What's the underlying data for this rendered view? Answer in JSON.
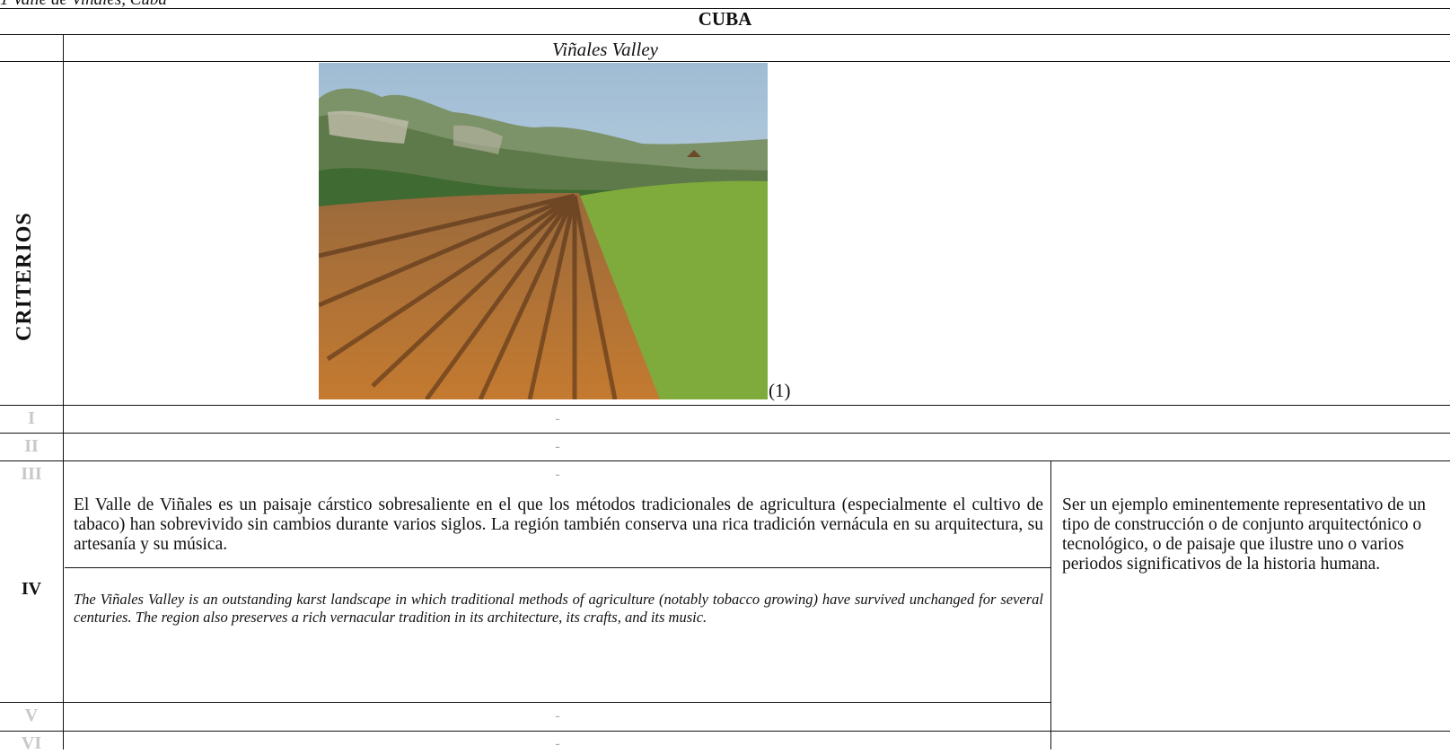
{
  "header": {
    "partial_top_text": "1 Valle de Viñales, Cuba",
    "country": "CUBA",
    "site_name": "Viñales Valley"
  },
  "sidebar_label": "CRITERIOS",
  "photo": {
    "caption": "(1)",
    "colors": {
      "sky": "#b9cfe0",
      "mountain": "#6f8a5a",
      "soil": "#b4702f",
      "crop": "#7faa3c"
    }
  },
  "criteria": [
    {
      "numeral": "I",
      "value": "-"
    },
    {
      "numeral": "II",
      "value": "-"
    },
    {
      "numeral": "III",
      "value": "-"
    },
    {
      "numeral": "IV",
      "description_es": "El Valle de Viñales es un paisaje cárstico sobresaliente en el que los métodos tradicionales de agricultura (especialmente el cultivo de tabaco) han sobrevivido sin cambios durante varios siglos. La región también conserva una rica tradición vernácula en su arquitectura, su artesanía y su música.",
      "description_en": "The Viñales Valley is an outstanding karst landscape in which traditional methods of agriculture (notably tobacco growing) have survived unchanged for several centuries. The region also preserves a rich vernacular tradition in its architecture, its crafts, and its music.",
      "criterion_text": "Ser un ejemplo eminentemente representativo de un tipo de construcción o de conjunto arquitectónico o tecnológico, o de paisaje que ilustre uno o varios periodos significativos de la historia humana."
    },
    {
      "numeral": "V",
      "value": "-"
    },
    {
      "numeral": "VI",
      "value": "-"
    }
  ]
}
